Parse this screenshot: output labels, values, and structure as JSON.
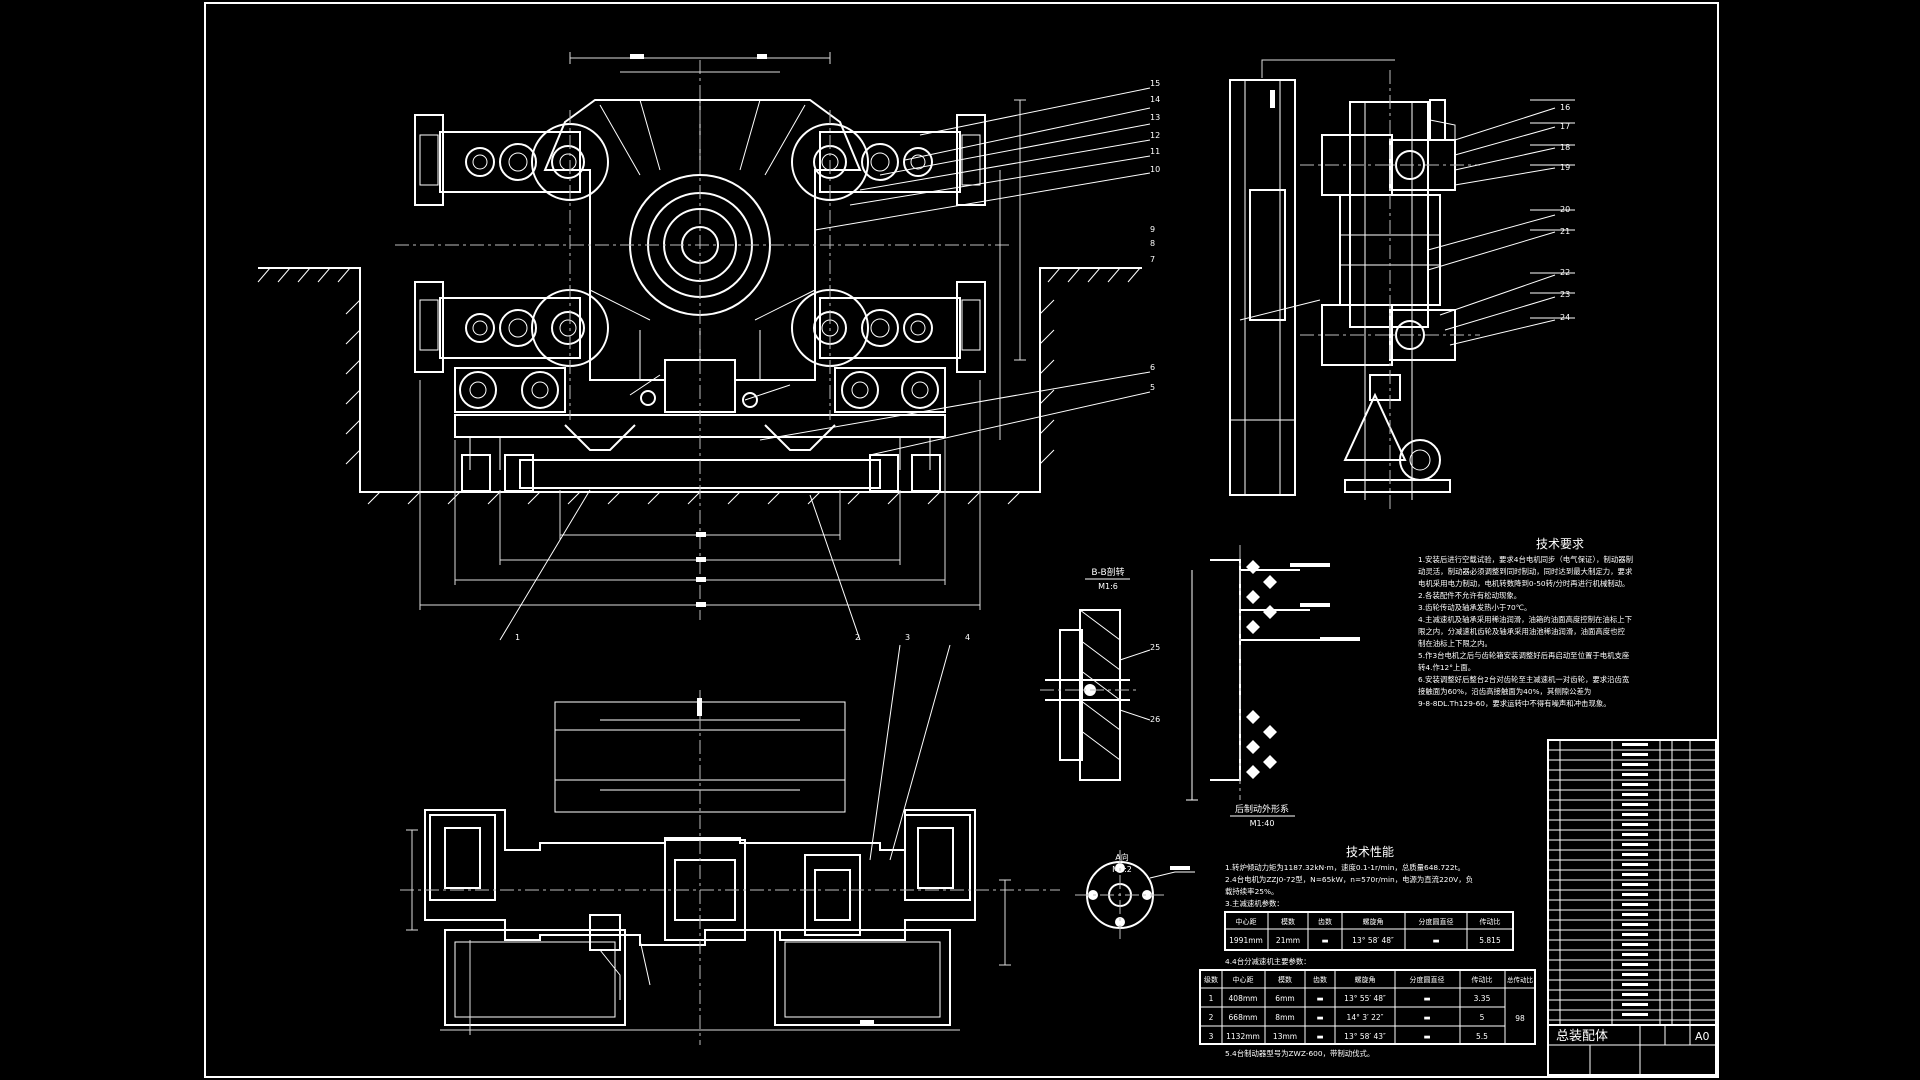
{
  "sheet": {
    "border_color": "#ffffff",
    "background": "#000000"
  },
  "views": {
    "section_bb": {
      "label": "B-B剖转",
      "scale": "M1:6"
    },
    "brake_detail": {
      "label": "后制动外形系",
      "scale": "M1:40"
    },
    "view_a": {
      "label": "A向",
      "scale": "M1:2"
    }
  },
  "leaders": {
    "front": [
      "15",
      "14",
      "13",
      "12",
      "11",
      "10",
      "9",
      "8",
      "7",
      "6",
      "5"
    ],
    "side": [
      "16",
      "17",
      "18",
      "19",
      "20",
      "21",
      "22",
      "23",
      "24"
    ],
    "bottom": [
      "1",
      "2",
      "3",
      "4"
    ],
    "section": [
      "25",
      "26"
    ]
  },
  "tech_requirements": {
    "title": "技术要求",
    "lines": [
      "1.安装后进行空载试验，要求4台电机同步（电气保证），制动器制",
      "动灵活，制动器必须调整到同时制动，同时达到最大制定力，要求",
      "电机采用电力制动，电机转数降到0-50转/分时再进行机械制动。",
      "2.各装配件不允许有松动现象。",
      "3.齿轮传动及轴承发热小于70℃。",
      "4.主减速机及轴承采用稀油润滑，油箱的油面高度控制在油标上下",
      "限之内，分减速机齿轮及轴承采用油池稀油润滑，油面高度也控",
      "制在油标上下限之内。",
      "5.作3台电机之后与齿轮箱安装调整好后再启动至位置于电机支座",
      "转4.作12°上面。",
      "6.安装调整好后整台2台对齿轮至主减速机一对齿轮，要求沿齿宽",
      "接触面为60%，沿齿高接触面为40%，其侧隙公差为",
      "9-8-8DL.Th129-60，要求运转中不得有噪声和冲击现象。"
    ]
  },
  "tech_performance": {
    "title": "技术性能",
    "lines": [
      "1.转炉倾动力矩为1187.32kN·m，速度0.1-1r/min，总质量648.722t。",
      "2.4台电机为ZZJ0-72型，N=65kW，n=570r/min，电源为直流220V，负",
      "载持续率25%。",
      "3.主减速机参数："
    ],
    "main_reducer": {
      "headers": [
        "中心距",
        "模数",
        "齿数",
        "螺旋角",
        "分度圆直径",
        "传动比"
      ],
      "row": [
        "1991mm",
        "21mm",
        "▬",
        "13° 58′ 48″",
        "▬",
        "5.815"
      ]
    },
    "sub_caption": "4.4台分减速机主要参数：",
    "sub_reducer": {
      "headers": [
        "级数",
        "中心距",
        "模数",
        "齿数",
        "螺旋角",
        "分度圆直径",
        "传动比",
        "总传动比"
      ],
      "rows": [
        [
          "1",
          "408mm",
          "6mm",
          "▬",
          "13° 55′ 48″",
          "▬",
          "3.35"
        ],
        [
          "2",
          "668mm",
          "8mm",
          "▬",
          "14° 3′ 22″",
          "▬",
          "5"
        ],
        [
          "3",
          "1132mm",
          "13mm",
          "▬",
          "13° 58′ 43″",
          "▬",
          "5.5"
        ]
      ],
      "total_ratio": "98"
    },
    "footnote": "5.4台制动器型号为ZWZ-600，带制动伐式。"
  },
  "title_block": {
    "drawing_name": "总装配体",
    "sheet_size": "A0"
  }
}
